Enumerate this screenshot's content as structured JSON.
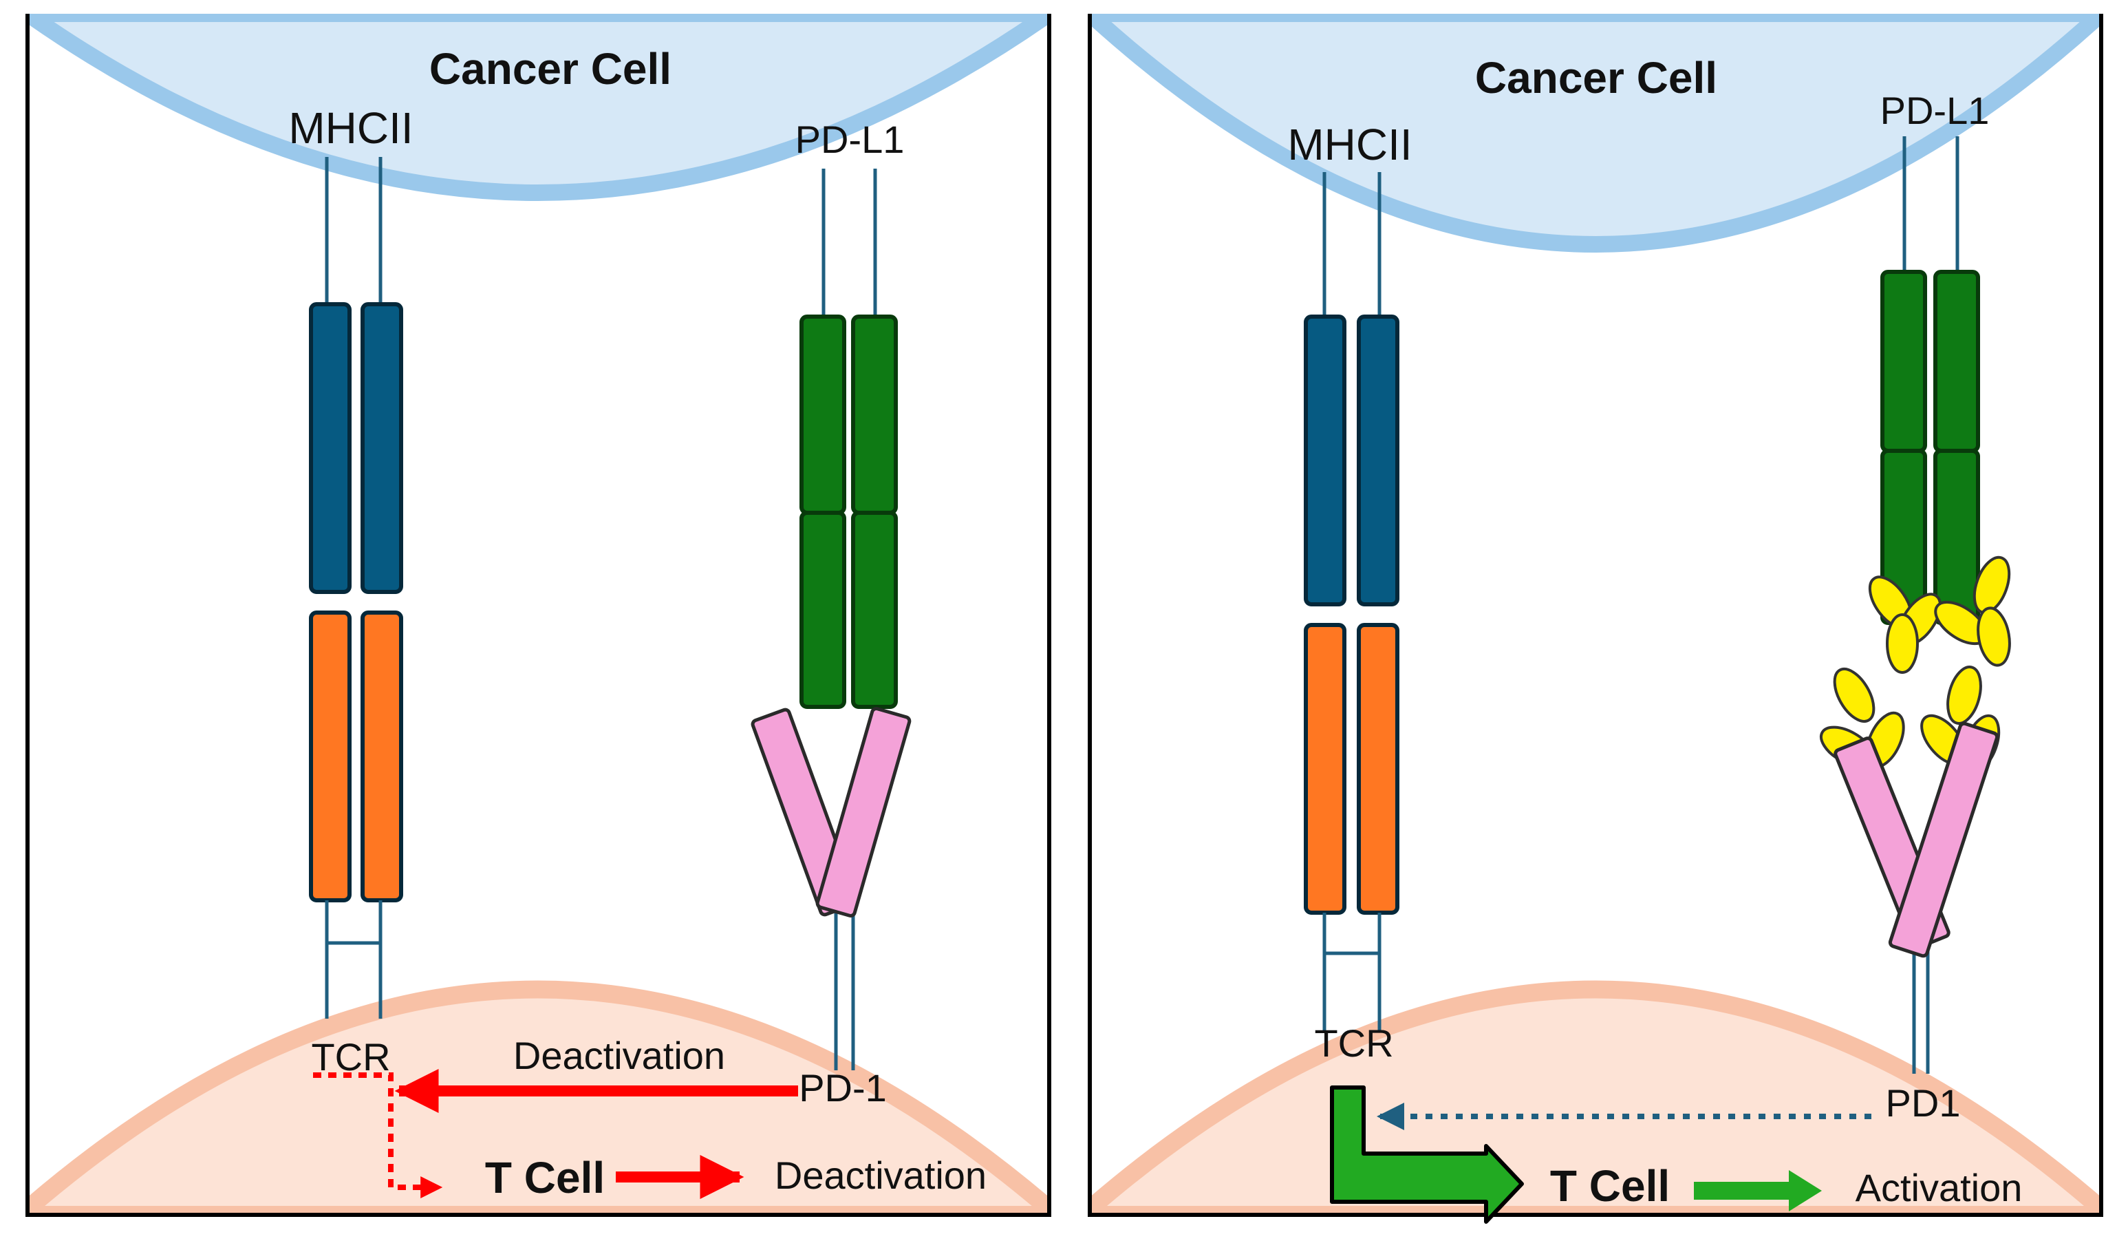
{
  "left_panel": {
    "cancer_cell_label": "Cancer Cell",
    "mhcii_label": "MHCII",
    "pdl1_label": "PD-L1",
    "tcr_label": "TCR",
    "pd1_label": "PD-1",
    "deactivation_top_label": "Deactivation",
    "t_cell_label": "T Cell",
    "outcome_label": "Deactivation"
  },
  "right_panel": {
    "cancer_cell_label": "Cancer Cell",
    "mhcii_label": "MHCII",
    "pdl1_label": "PD-L1",
    "tcr_label": "TCR",
    "pd1_label": "PD1",
    "t_cell_label": "T Cell",
    "outcome_label": "Activation"
  },
  "colors": {
    "cancer_cell_fill": "#d6e8f7",
    "cancer_cell_edge": "#9ac8eb",
    "t_cell_fill": "#fde3d6",
    "t_cell_edge": "#f8c1a6",
    "mhc_blue": "#065a82",
    "tcr_orange": "#ff7722",
    "pdl1_green": "#0e7a14",
    "pd1_pink": "#f4a2d8",
    "antibody_yellow": "#ffee00",
    "deactivation_red": "#ff0000",
    "activation_green": "#22aa22"
  }
}
